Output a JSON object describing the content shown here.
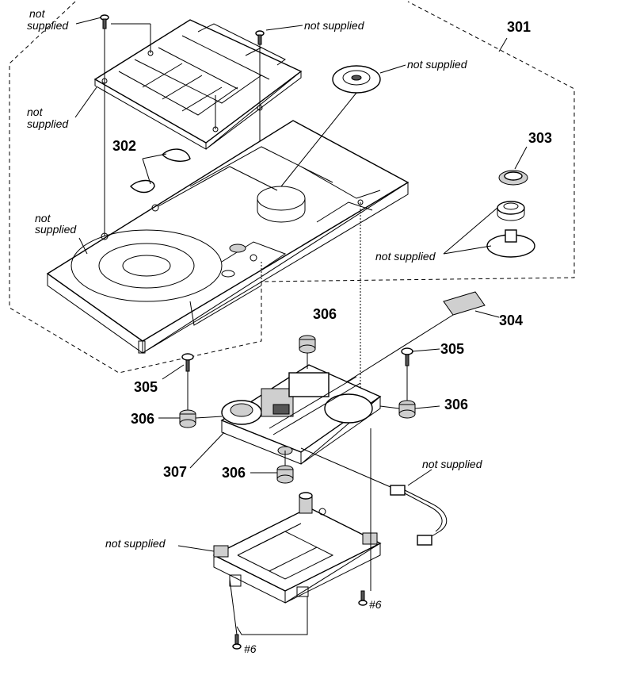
{
  "labels": {
    "not_supplied_1a": "not",
    "not_supplied_1b": "supplied",
    "not_supplied_2": "not supplied",
    "not_supplied_3": "not supplied",
    "not_supplied_4a": "not",
    "not_supplied_4b": "supplied",
    "not_supplied_5a": "not",
    "not_supplied_5b": "supplied",
    "not_supplied_6": "not supplied",
    "not_supplied_7": "not supplied",
    "not_supplied_8": "not supplied"
  },
  "parts": {
    "p301": "301",
    "p302": "302",
    "p303": "303",
    "p304": "304",
    "p305_left": "305",
    "p305_right": "305",
    "p306_top": "306",
    "p306_left": "306",
    "p306_right": "306",
    "p306_bottom": "306",
    "p307": "307"
  },
  "screws": {
    "s6_right": "#6",
    "s6_bottom": "#6"
  }
}
